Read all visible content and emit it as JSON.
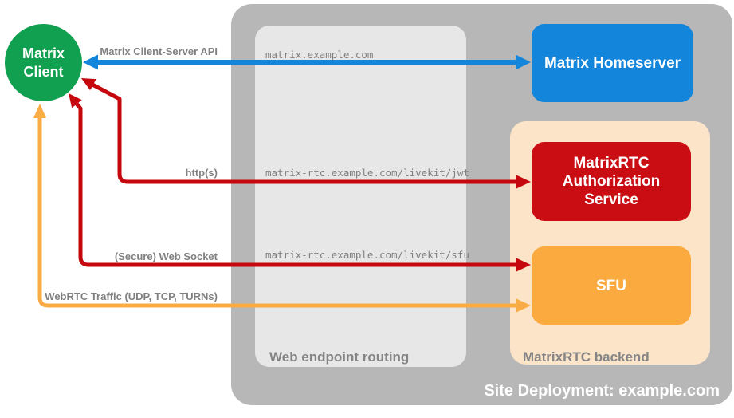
{
  "colors": {
    "green": "#10a04f",
    "blue": "#1385db",
    "red": "#c5070e",
    "orange": "#f9ac45",
    "outer_bg": "#b7b7b7",
    "panel_bg": "#e7e7e7",
    "backend_bg": "#fce4c8",
    "gray_text": "#808080"
  },
  "nodes": {
    "client": {
      "label": "Matrix\nClient"
    },
    "homeserver": {
      "label": "Matrix Homeserver"
    },
    "auth_service": {
      "label": "MatrixRTC\nAuthorization\nService"
    },
    "sfu": {
      "label": "SFU"
    }
  },
  "containers": {
    "site": {
      "label": "Site Deployment: example.com"
    },
    "routing": {
      "label": "Web endpoint routing"
    },
    "backend": {
      "label": "MatrixRTC backend"
    }
  },
  "routes": [
    {
      "url": "matrix.example.com"
    },
    {
      "url": "matrix-rtc.example.com/livekit/jwt"
    },
    {
      "url": "matrix-rtc.example.com/livekit/sfu"
    }
  ],
  "arrows": [
    {
      "label": "Matrix Client-Server API"
    },
    {
      "label": "http(s)"
    },
    {
      "label": "(Secure) Web Socket"
    },
    {
      "label": "WebRTC Traffic (UDP, TCP, TURNs)"
    }
  ]
}
